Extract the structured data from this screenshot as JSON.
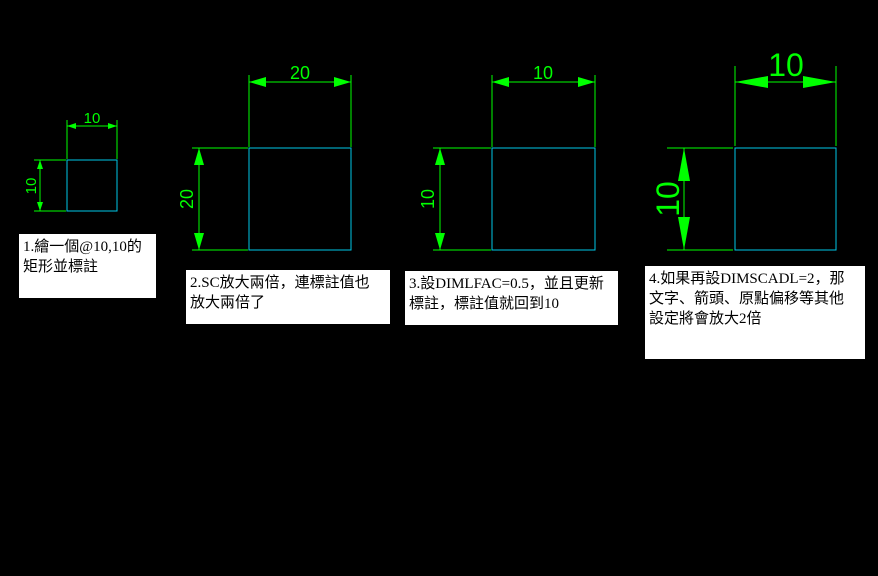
{
  "colors": {
    "background": "#000000",
    "rectangle": "#00c8e8",
    "dimension": "#00ff00",
    "note_background": "#ffffff",
    "note_text": "#000000"
  },
  "examples": [
    {
      "width_dim": "10",
      "height_dim": "10",
      "note_lines": [
        "1.繪一個@10,10的",
        "矩形並標註"
      ]
    },
    {
      "width_dim": "20",
      "height_dim": "20",
      "note_lines": [
        "2.SC放大兩倍，連標註值也",
        "放大兩倍了"
      ]
    },
    {
      "width_dim": "10",
      "height_dim": "10",
      "note_lines": [
        "3.設DIMLFAC=0.5，並且更新",
        "標註，標註值就回到10"
      ]
    },
    {
      "width_dim": "10",
      "height_dim": "10",
      "note_lines": [
        "4.如果再設DIMSCADL=2，那",
        "文字、箭頭、原點偏移等其他",
        "設定將會放大2倍"
      ]
    }
  ]
}
